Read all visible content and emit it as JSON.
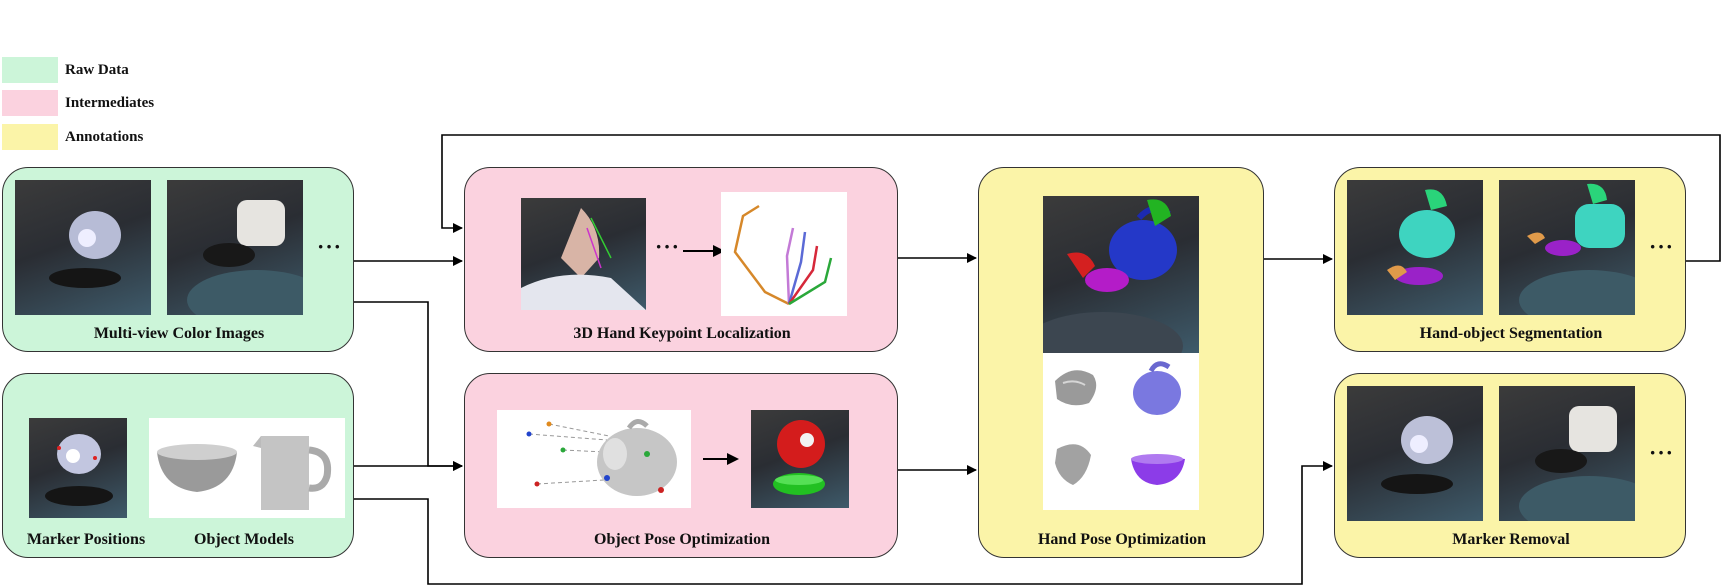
{
  "legend": {
    "raw": {
      "label": "Raw Data",
      "color": "#ccf5d9"
    },
    "intermediate": {
      "label": "Intermediates",
      "color": "#fbd2df"
    },
    "annotation": {
      "label": "Annotations",
      "color": "#fbf4a8"
    }
  },
  "panels": {
    "multiview": {
      "caption": "Multi-view Color Images",
      "ellipsis": "···"
    },
    "markers": {
      "caption1": "Marker Positions",
      "caption2": "Object Models"
    },
    "keypoint": {
      "caption": "3D Hand Keypoint Localization",
      "ellipsis": "···"
    },
    "objpose": {
      "caption": "Object Pose Optimization"
    },
    "handpose": {
      "caption": "Hand Pose Optimization"
    },
    "segmentation": {
      "caption": "Hand-object Segmentation",
      "ellipsis": "···"
    },
    "removal": {
      "caption": "Marker Removal",
      "ellipsis": "···"
    }
  },
  "icons": [
    "kettle-icon",
    "bowl-icon",
    "hand-icon",
    "arrow-icon"
  ]
}
